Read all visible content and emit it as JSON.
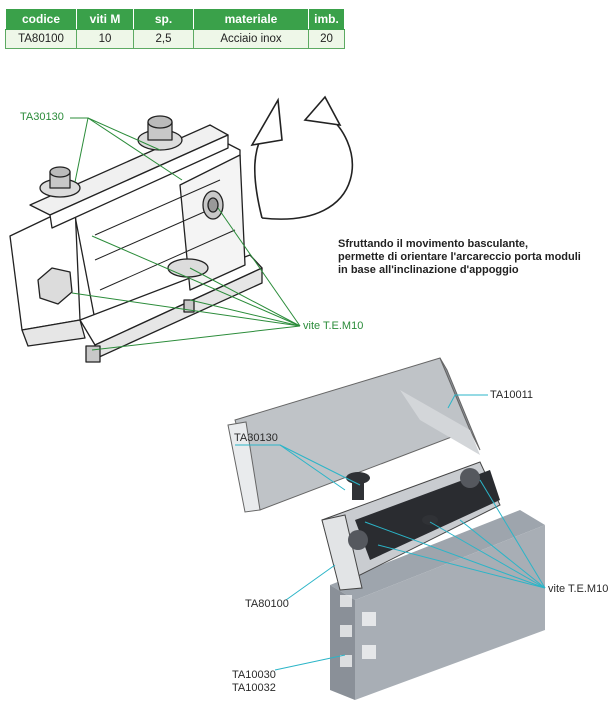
{
  "table": {
    "headers": [
      "codice",
      "viti M",
      "sp.",
      "materiale",
      "imb."
    ],
    "rows": [
      [
        "TA80100",
        "10",
        "2,5",
        "Acciaio inox",
        "20"
      ]
    ]
  },
  "diagram_top": {
    "label_part": "TA30130",
    "label_screws": "vite T.E.M10"
  },
  "description": {
    "lines": [
      "Sfruttando il movimento basculante,",
      "permette di orientare l'arcareccio porta moduli",
      "in base all'inclinazione d'appoggio"
    ]
  },
  "diagram_bottom": {
    "label_ta10011": "TA10011",
    "label_ta30130": "TA30130",
    "label_ta80100": "TA80100",
    "label_screws": "vite T.E.M10",
    "label_ta10030": "TA10030",
    "label_ta10032": "TA10032"
  },
  "colors": {
    "header_green": "#3aa14a",
    "leader_green": "#2b8c3a",
    "leader_cyan": "#2bb5c8"
  }
}
